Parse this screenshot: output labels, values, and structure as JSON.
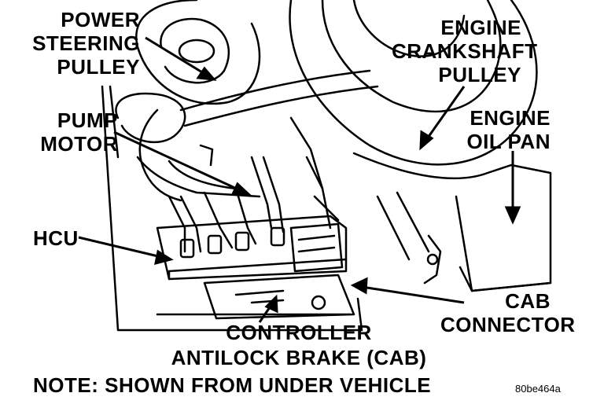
{
  "labels": {
    "power_steering_line1": "POWER",
    "power_steering_line2": "STEERING",
    "power_steering_line3": "PULLEY",
    "engine_crank_line1": "ENGINE",
    "engine_crank_line2": "CRANKSHAFT",
    "engine_crank_line3": "PULLEY",
    "pump_motor_line1": "PUMP",
    "pump_motor_line2": "MOTOR",
    "engine_oil_line1": "ENGINE",
    "engine_oil_line2": "OIL PAN",
    "hcu": "HCU",
    "cab_line1": "CAB",
    "cab_line2": "CONNECTOR",
    "controller_line1": "CONTROLLER",
    "controller_line2": "ANTILOCK BRAKE (CAB)",
    "note": "NOTE: SHOWN FROM UNDER VEHICLE",
    "figure_id": "80be464a"
  },
  "colors": {
    "ink": "#000000",
    "paper": "#ffffff"
  }
}
